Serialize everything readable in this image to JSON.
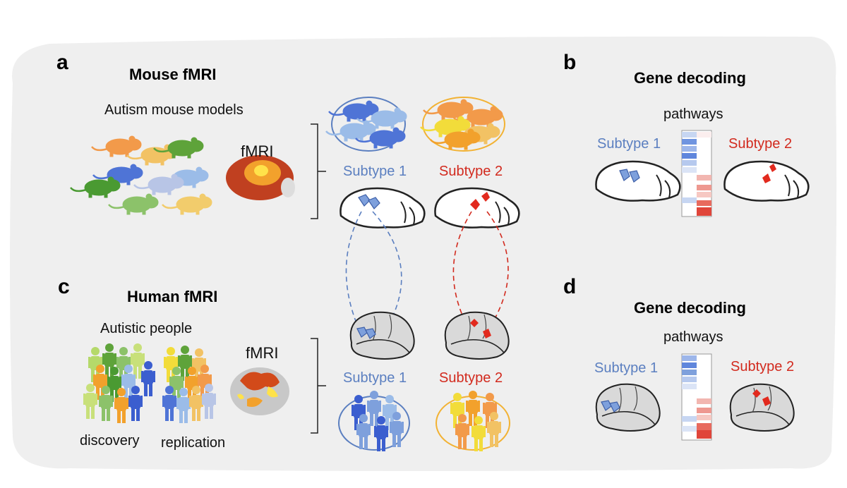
{
  "colors": {
    "background": "#efefef",
    "subtype1": "#5b7fc0",
    "subtype2": "#d22a1e",
    "gold": "#f2b233"
  },
  "panel_a": {
    "letter": "a",
    "title": "Mouse fMRI",
    "models_label": "Autism mouse models",
    "fmri_label": "fMRI",
    "subtype1_label": "Subtype 1",
    "subtype2_label": "Subtype 2"
  },
  "panel_b": {
    "letter": "b",
    "title": "Gene decoding",
    "pathways_label": "pathways",
    "subtype1_label": "Subtype 1",
    "subtype2_label": "Subtype 2"
  },
  "panel_c": {
    "letter": "c",
    "title": "Human fMRI",
    "people_label": "Autistic people",
    "fmri_label": "fMRI",
    "discovery_label": "discovery",
    "replication_label": "replication",
    "subtype1_label": "Subtype 1",
    "subtype2_label": "Subtype 2"
  },
  "panel_d": {
    "letter": "d",
    "title": "Gene decoding",
    "pathways_label": "pathways",
    "subtype1_label": "Subtype 1",
    "subtype2_label": "Subtype 2"
  }
}
